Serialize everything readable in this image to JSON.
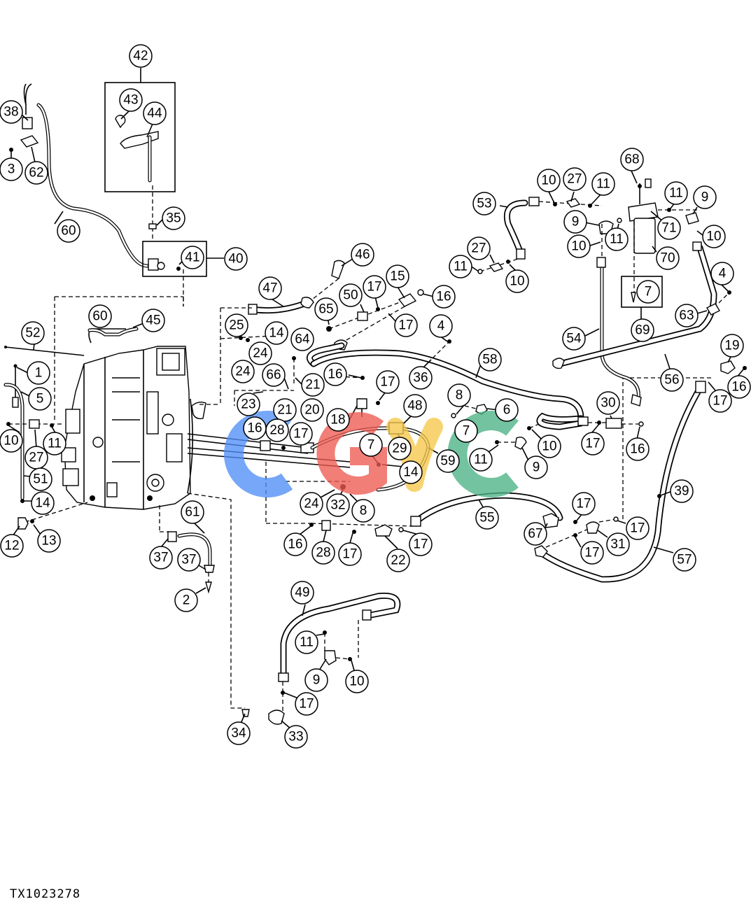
{
  "document": {
    "reference_code": "TX1023278",
    "watermark_text": "CGYC"
  },
  "colors": {
    "line": "#000000",
    "background": "#ffffff",
    "watermark_blue": "#4f8ef7",
    "watermark_red": "#ee5a52",
    "watermark_yellow": "#f5c84a",
    "watermark_green": "#4cb386"
  },
  "callouts": [
    {
      "id": "c42",
      "label": "42"
    },
    {
      "id": "c43",
      "label": "43"
    },
    {
      "id": "c44",
      "label": "44"
    },
    {
      "id": "c38",
      "label": "38"
    },
    {
      "id": "c3",
      "label": "3"
    },
    {
      "id": "c62",
      "label": "62"
    },
    {
      "id": "c35",
      "label": "35"
    },
    {
      "id": "c60a",
      "label": "60"
    },
    {
      "id": "c41",
      "label": "41"
    },
    {
      "id": "c40",
      "label": "40"
    },
    {
      "id": "c46",
      "label": "46"
    },
    {
      "id": "c47",
      "label": "47"
    },
    {
      "id": "c50",
      "label": "50"
    },
    {
      "id": "c17a",
      "label": "17"
    },
    {
      "id": "c15",
      "label": "15"
    },
    {
      "id": "c16a",
      "label": "16"
    },
    {
      "id": "c65",
      "label": "65"
    },
    {
      "id": "c17b",
      "label": "17"
    },
    {
      "id": "c60b",
      "label": "60"
    },
    {
      "id": "c45",
      "label": "45"
    },
    {
      "id": "c25",
      "label": "25"
    },
    {
      "id": "c14a",
      "label": "14"
    },
    {
      "id": "c24a",
      "label": "24"
    },
    {
      "id": "c64",
      "label": "64"
    },
    {
      "id": "c52",
      "label": "52"
    },
    {
      "id": "c4a",
      "label": "4"
    },
    {
      "id": "c36",
      "label": "36"
    },
    {
      "id": "c58",
      "label": "58"
    },
    {
      "id": "c1",
      "label": "1"
    },
    {
      "id": "c5",
      "label": "5"
    },
    {
      "id": "c24b",
      "label": "24"
    },
    {
      "id": "c66",
      "label": "66"
    },
    {
      "id": "c21a",
      "label": "21"
    },
    {
      "id": "c16b",
      "label": "16"
    },
    {
      "id": "c17c",
      "label": "17"
    },
    {
      "id": "c23",
      "label": "23"
    },
    {
      "id": "c21b",
      "label": "21"
    },
    {
      "id": "c20",
      "label": "20"
    },
    {
      "id": "c18",
      "label": "18"
    },
    {
      "id": "c48",
      "label": "48"
    },
    {
      "id": "c8a",
      "label": "8"
    },
    {
      "id": "c6",
      "label": "6"
    },
    {
      "id": "c10a",
      "label": "10"
    },
    {
      "id": "c11a",
      "label": "11"
    },
    {
      "id": "c27a",
      "label": "27"
    },
    {
      "id": "c16c",
      "label": "16"
    },
    {
      "id": "c28a",
      "label": "28"
    },
    {
      "id": "c17d",
      "label": "17"
    },
    {
      "id": "c7a",
      "label": "7"
    },
    {
      "id": "c7b",
      "label": "7"
    },
    {
      "id": "c29",
      "label": "29"
    },
    {
      "id": "c59",
      "label": "59"
    },
    {
      "id": "c11b",
      "label": "11"
    },
    {
      "id": "c9a",
      "label": "9"
    },
    {
      "id": "c10b",
      "label": "10"
    },
    {
      "id": "c14b",
      "label": "14"
    },
    {
      "id": "c51",
      "label": "51"
    },
    {
      "id": "c14c",
      "label": "14"
    },
    {
      "id": "c12",
      "label": "12"
    },
    {
      "id": "c13",
      "label": "13"
    },
    {
      "id": "c24c",
      "label": "24"
    },
    {
      "id": "c32",
      "label": "32"
    },
    {
      "id": "c8b",
      "label": "8"
    },
    {
      "id": "c61",
      "label": "61"
    },
    {
      "id": "c37a",
      "label": "37"
    },
    {
      "id": "c37b",
      "label": "37"
    },
    {
      "id": "c2",
      "label": "2"
    },
    {
      "id": "c55",
      "label": "55"
    },
    {
      "id": "c16d",
      "label": "16"
    },
    {
      "id": "c28b",
      "label": "28"
    },
    {
      "id": "c17e",
      "label": "17"
    },
    {
      "id": "c22",
      "label": "22"
    },
    {
      "id": "c17f",
      "label": "17"
    },
    {
      "id": "c53",
      "label": "53"
    },
    {
      "id": "c10c",
      "label": "10"
    },
    {
      "id": "c27b",
      "label": "27"
    },
    {
      "id": "c11c",
      "label": "11"
    },
    {
      "id": "c68",
      "label": "68"
    },
    {
      "id": "c11d",
      "label": "11"
    },
    {
      "id": "c9b",
      "label": "9"
    },
    {
      "id": "c9c",
      "label": "9"
    },
    {
      "id": "c71",
      "label": "71"
    },
    {
      "id": "c10d",
      "label": "10"
    },
    {
      "id": "c11e",
      "label": "11"
    },
    {
      "id": "c10e",
      "label": "10"
    },
    {
      "id": "c70",
      "label": "70"
    },
    {
      "id": "c27c",
      "label": "27"
    },
    {
      "id": "c11f",
      "label": "11"
    },
    {
      "id": "c10f",
      "label": "10"
    },
    {
      "id": "c4b",
      "label": "4"
    },
    {
      "id": "c7c",
      "label": "7"
    },
    {
      "id": "c69",
      "label": "69"
    },
    {
      "id": "c63",
      "label": "63"
    },
    {
      "id": "c54",
      "label": "54"
    },
    {
      "id": "c56",
      "label": "56"
    },
    {
      "id": "c19",
      "label": "19"
    },
    {
      "id": "c16e",
      "label": "16"
    },
    {
      "id": "c17g",
      "label": "17"
    },
    {
      "id": "c30",
      "label": "30"
    },
    {
      "id": "c17h",
      "label": "17"
    },
    {
      "id": "c16f",
      "label": "16"
    },
    {
      "id": "c39",
      "label": "39"
    },
    {
      "id": "c17i",
      "label": "17"
    },
    {
      "id": "c67",
      "label": "67"
    },
    {
      "id": "c31",
      "label": "31"
    },
    {
      "id": "c17j",
      "label": "17"
    },
    {
      "id": "c17k",
      "label": "17"
    },
    {
      "id": "c57",
      "label": "57"
    },
    {
      "id": "c49",
      "label": "49"
    },
    {
      "id": "c11g",
      "label": "11"
    },
    {
      "id": "c9d",
      "label": "9"
    },
    {
      "id": "c10g",
      "label": "10"
    },
    {
      "id": "c17l",
      "label": "17"
    },
    {
      "id": "c34",
      "label": "34"
    },
    {
      "id": "c33",
      "label": "33"
    }
  ]
}
